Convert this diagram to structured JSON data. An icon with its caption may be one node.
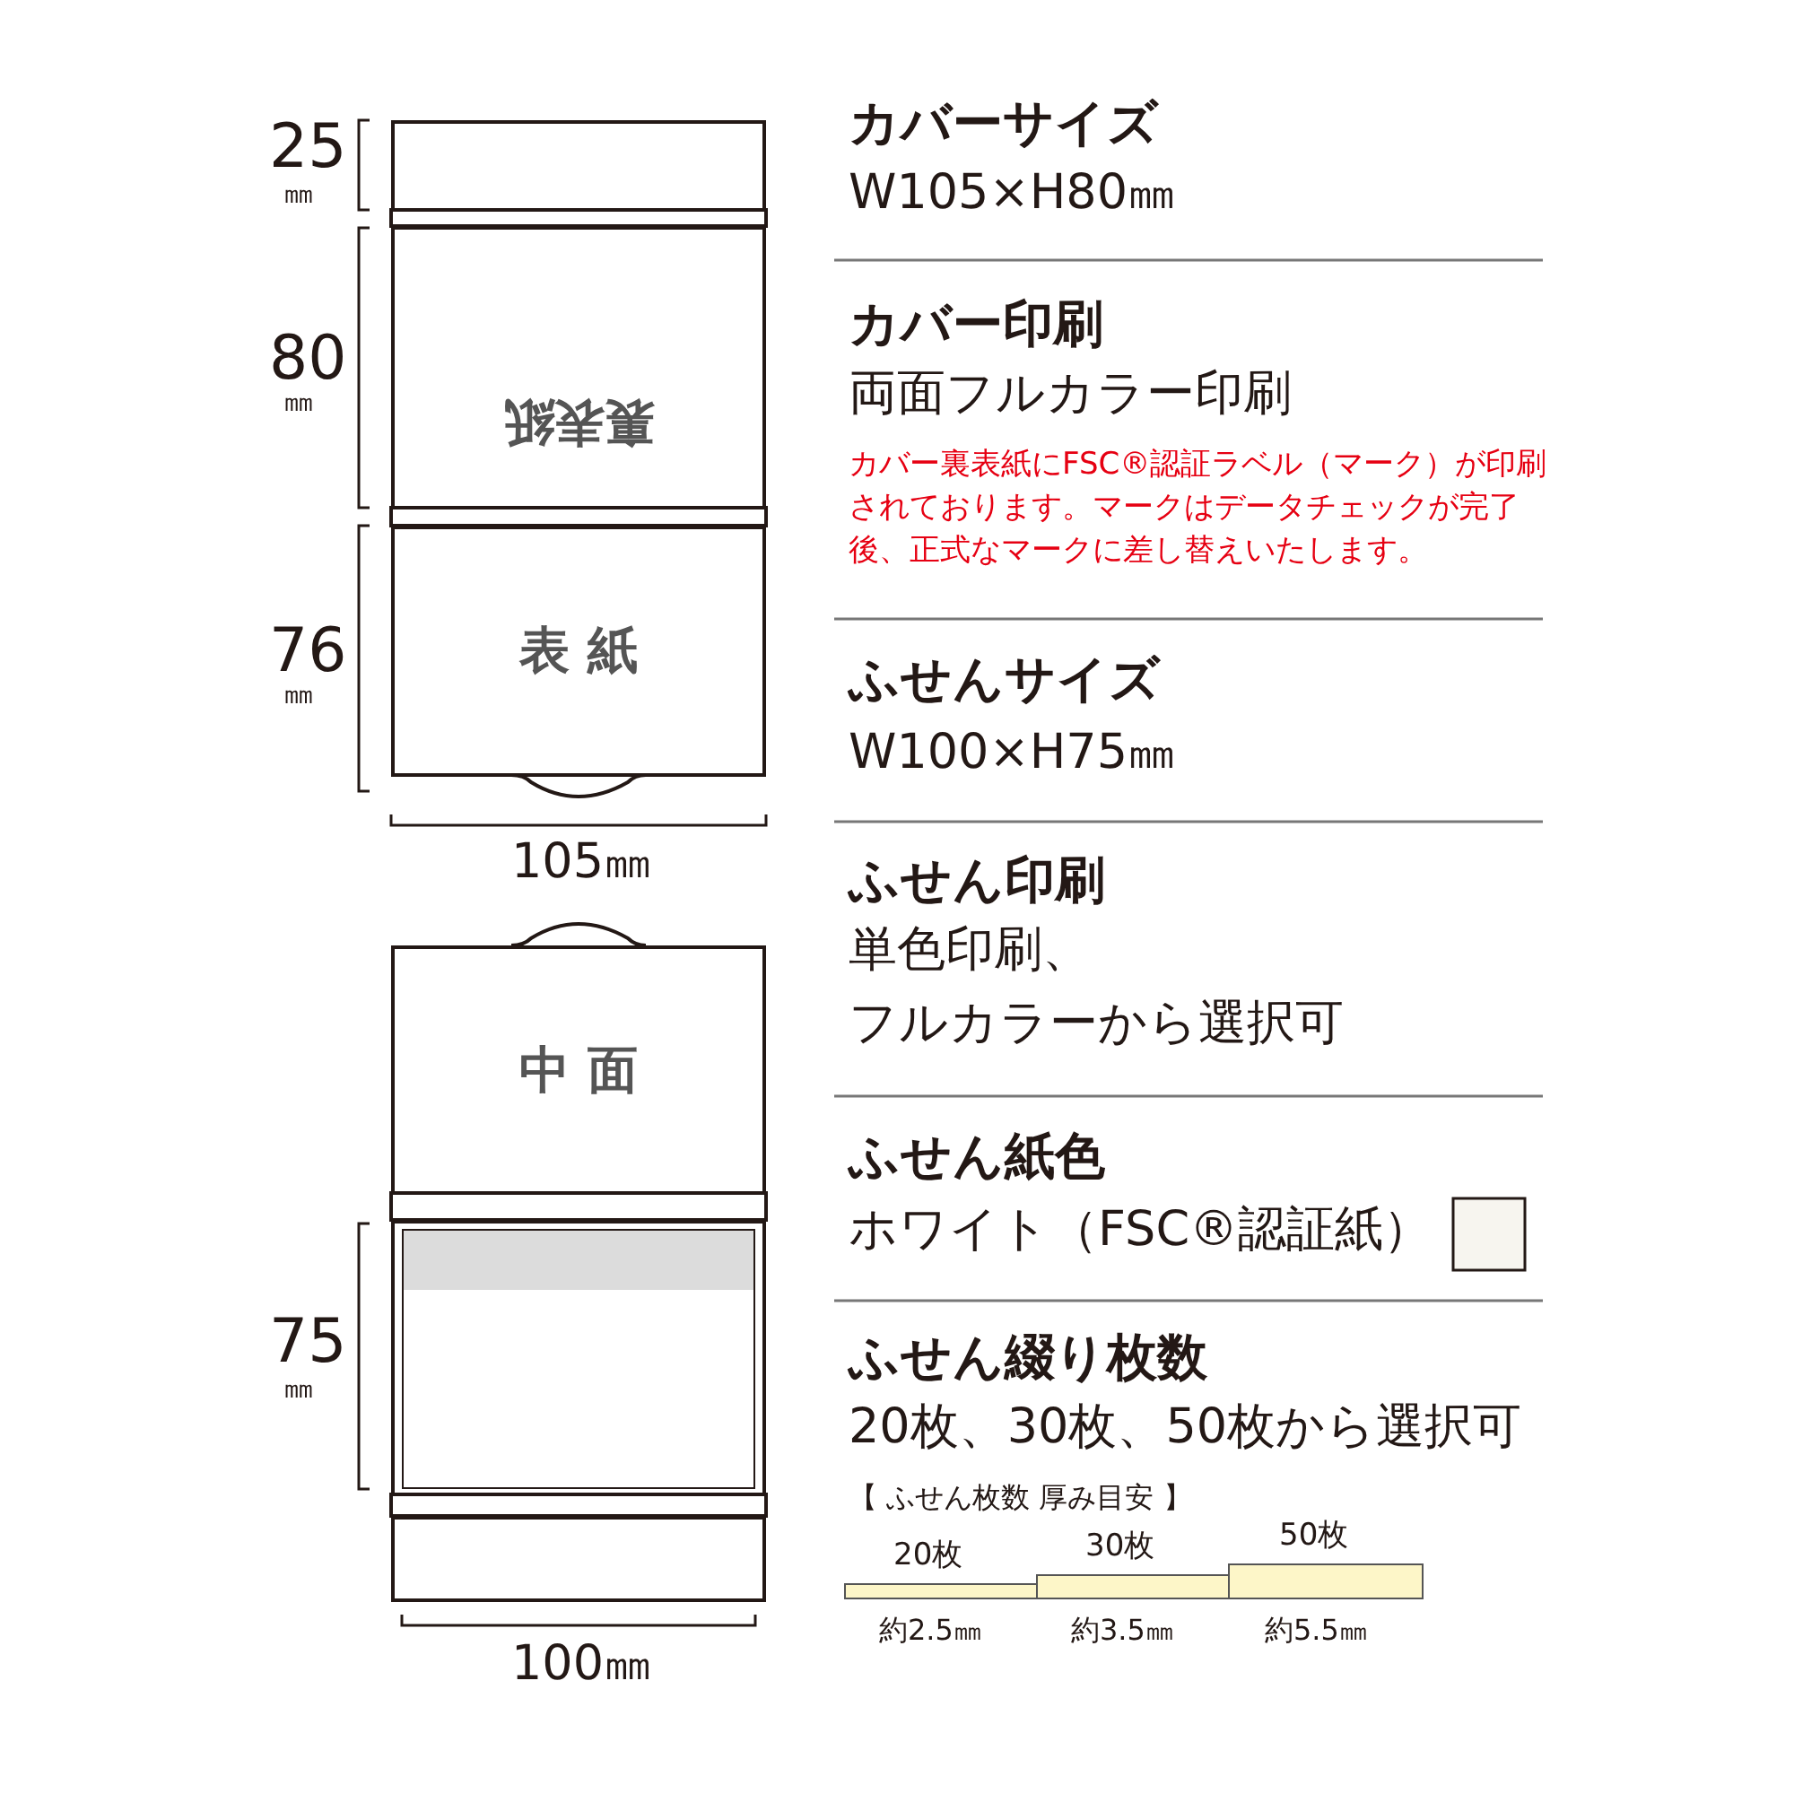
{
  "diagram": {
    "nodes": [
      {
        "text": [],
        "shape": "box"
      },
      {
        "text": [
          "裏表紙"
        ]
      },
      {
        "text": [
          "表 紙"
        ]
      },
      {
        "text": [
          "中 面"
        ]
      },
      {
        "text": [],
        "shape": "box"
      },
      {
        "text": [],
        "shape": "box"
      }
    ],
    "labels": [
      "25",
      "㎜",
      "80",
      "㎜",
      "76",
      "㎜",
      "105㎜",
      "75",
      "㎜",
      "100㎜",
      "カバーサイズ",
      "W105×H80㎜",
      "カバー印刷",
      "両面フルカラー印刷",
      "カバー裏表紙にFSC®認証ラベル（マーク）が印刷されております。マークはデータチェックが完了後、正式なマークに差し替えいたします。",
      "ふせんサイズ",
      "W100×H75㎜",
      "ふせん印刷",
      "単色印刷、",
      "フルカラーから選択可",
      "ふせん紙色",
      "ホワイト（FSC®認証紙）",
      "ふせん綴り枚数",
      "20枚、30枚、50枚から選択可",
      "【 ふせん枚数 厚み目安 】",
      "20枚",
      "30枚",
      "50枚",
      "約2.5㎜",
      "約3.5㎜",
      "約5.5㎜"
    ]
  }
}
